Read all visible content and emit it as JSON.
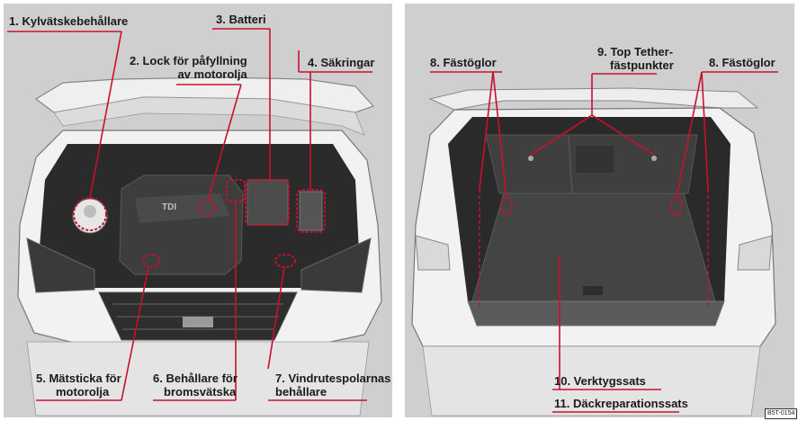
{
  "colors": {
    "callout": "#c8102e",
    "panel_bg": "#cfcfcf",
    "car_body": "#f2f2f2",
    "engine_dark": "#2b2b2b"
  },
  "engine_labels": [
    {
      "text": "1. Kylvätskebehållare"
    },
    {
      "text": "2. Lock för påfyllning av motorolja",
      "line1": "2. Lock för påfyllning",
      "line2": "av motorolja"
    },
    {
      "text": "3. Batteri"
    },
    {
      "text": "4. Säkringar"
    },
    {
      "text": "5. Mätsticka för motorolja",
      "line1": "5. Mätsticka för",
      "line2": "motorolja"
    },
    {
      "text": "6. Behållare för bromsvätska",
      "line1": "6. Behållare för",
      "line2": "bromsvätska"
    },
    {
      "text": "7. Vindrutespolarnas behållare",
      "line1": "7. Vindrutespolarnas",
      "line2": "behållare"
    }
  ],
  "trunk_labels": [
    {
      "text": "8. Fästöglor"
    },
    {
      "text": "9. Top Tether-fästpunkter",
      "line1": "9. Top Tether-",
      "line2": "fästpunkter"
    },
    {
      "text": "8. Fästöglor"
    },
    {
      "text": "10. Verktygssats"
    },
    {
      "text": "11. Däckreparationssats"
    }
  ],
  "engine_badge": "TDI",
  "image_code": "B5T-0154"
}
